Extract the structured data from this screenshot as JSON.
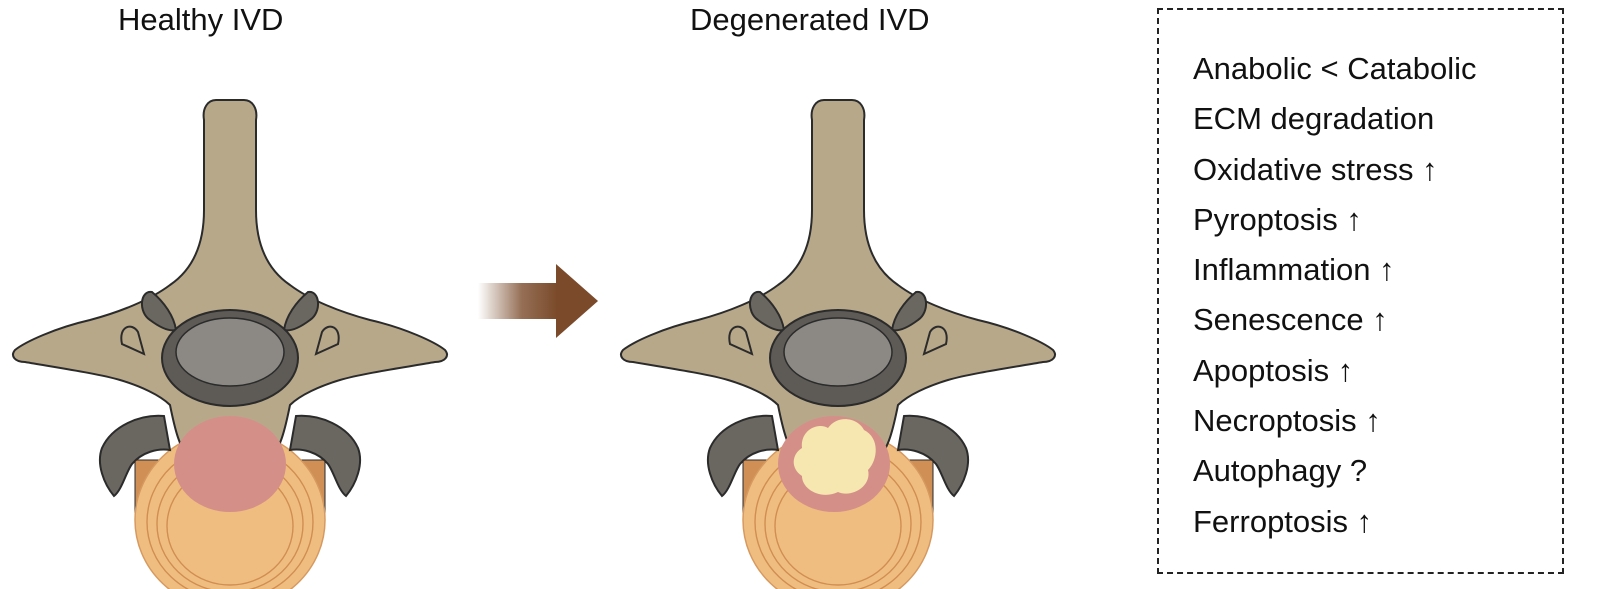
{
  "titles": {
    "healthy": "Healthy IVD",
    "degenerated": "Degenerated IVD"
  },
  "panel": {
    "items": [
      {
        "label": "Anabolic",
        "marker": " < Catabolic"
      },
      {
        "label": "ECM degradation",
        "marker": ""
      },
      {
        "label": "Oxidative stress",
        "marker": "↑"
      },
      {
        "label": "Pyroptosis",
        "marker": "↑"
      },
      {
        "label": "Inflammation",
        "marker": "↑"
      },
      {
        "label": "Senescence",
        "marker": "↑"
      },
      {
        "label": "Apoptosis",
        "marker": "↑"
      },
      {
        "label": "Necroptosis",
        "marker": "↑"
      },
      {
        "label": "Autophagy",
        "marker": "?"
      },
      {
        "label": "Ferroptosis",
        "marker": "↑"
      }
    ]
  },
  "colors": {
    "bone": "#b8a88a",
    "bone_outline": "#2b2b2b",
    "facet_dark": "#6a6660",
    "canal": "#8c8984",
    "disc_outer": "#f0bd80",
    "disc_ring": "#cf8f55",
    "nucleus_healthy": "#d49088",
    "nucleus_degenerated": "#f6e7b0",
    "arrow": "#7a4a2a"
  }
}
